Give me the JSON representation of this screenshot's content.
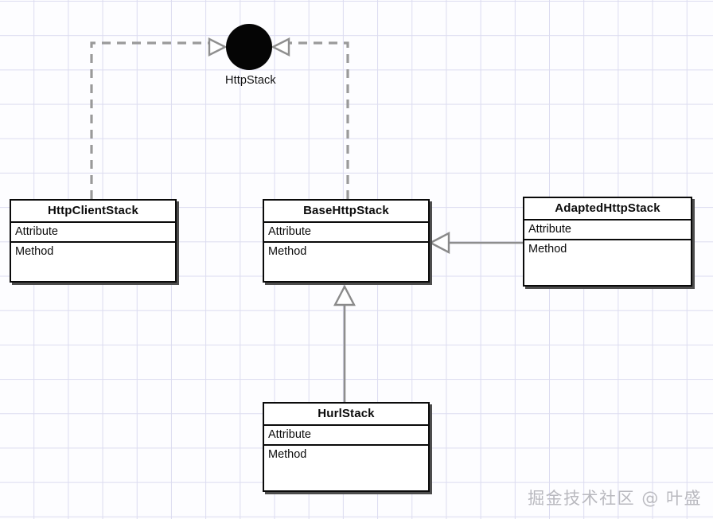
{
  "diagram": {
    "type": "uml-class-diagram",
    "background_color": "#fdfdff",
    "grid_color": "#dcdcf0",
    "interface": {
      "name": "HttpStack",
      "shape": "filled-circle",
      "color": "#050505"
    },
    "classes": [
      {
        "id": "http-client-stack",
        "title": "HttpClientStack",
        "attribute_row": "Attribute",
        "method_row": "Method"
      },
      {
        "id": "base-http-stack",
        "title": "BaseHttpStack",
        "attribute_row": "Attribute",
        "method_row": "Method"
      },
      {
        "id": "adapted-http-stack",
        "title": "AdaptedHttpStack",
        "attribute_row": "Attribute",
        "method_row": "Method"
      },
      {
        "id": "hurl-stack",
        "title": "HurlStack",
        "attribute_row": "Attribute",
        "method_row": "Method"
      }
    ],
    "relationships": [
      {
        "from": "HttpClientStack",
        "to": "HttpStack",
        "kind": "realization",
        "line_style": "dashed",
        "arrow": "hollow-triangle",
        "color": "#9a9a9a"
      },
      {
        "from": "BaseHttpStack",
        "to": "HttpStack",
        "kind": "realization",
        "line_style": "dashed",
        "arrow": "hollow-triangle",
        "color": "#9a9a9a"
      },
      {
        "from": "AdaptedHttpStack",
        "to": "BaseHttpStack",
        "kind": "generalization",
        "line_style": "solid",
        "arrow": "hollow-triangle",
        "color": "#8e8e8e"
      },
      {
        "from": "HurlStack",
        "to": "BaseHttpStack",
        "kind": "generalization",
        "line_style": "solid",
        "arrow": "hollow-triangle",
        "color": "#8e8e8e"
      }
    ]
  },
  "watermark": {
    "text": "掘金技术社区 @ 叶盛",
    "color": "#b9b9bf"
  }
}
